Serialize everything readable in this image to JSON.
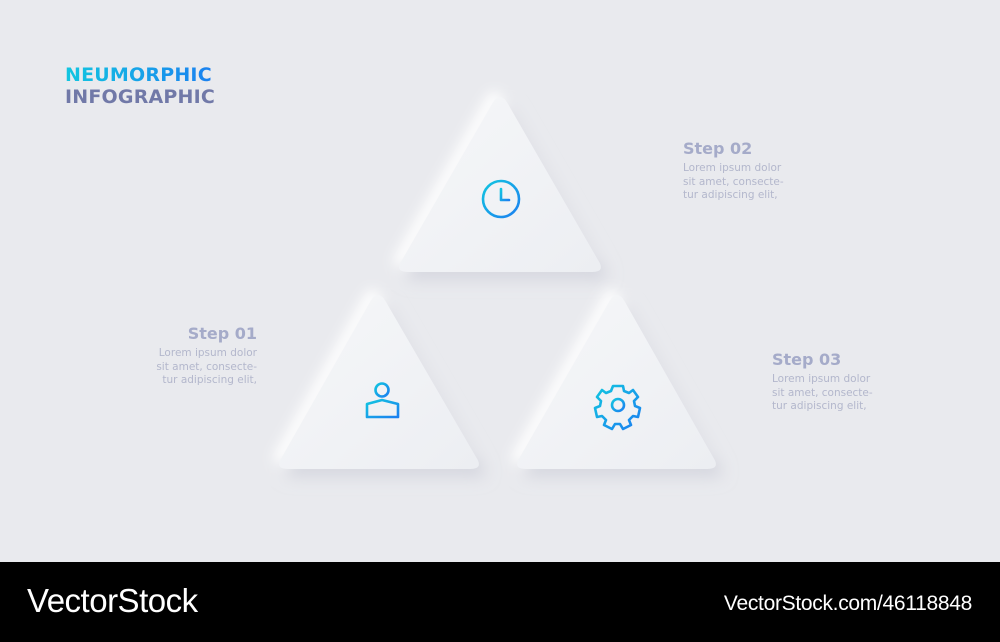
{
  "title": {
    "line1": "NEUMORPHIC",
    "line2": "INFOGRAPHIC"
  },
  "colors": {
    "background": "#e9eaee",
    "accent_start": "#12c6e0",
    "accent_end": "#1b7ff0",
    "title2": "#7179a8",
    "step_heading": "#a5abc9",
    "step_body": "#b3b7cc"
  },
  "steps": [
    {
      "label": "Step 01",
      "text_lines": [
        "Lorem ipsum dolor",
        "sit amet, consecte-",
        "tur adipiscing elit,"
      ],
      "icon": "user-icon"
    },
    {
      "label": "Step 02",
      "text_lines": [
        "Lorem ipsum dolor",
        "sit amet, consecte-",
        "tur adipiscing elit,"
      ],
      "icon": "clock-icon"
    },
    {
      "label": "Step 03",
      "text_lines": [
        "Lorem ipsum dolor",
        "sit amet, consecte-",
        "tur adipiscing elit,"
      ],
      "icon": "gear-icon"
    }
  ],
  "footer": {
    "brand": "VectorStock",
    "url": "VectorStock.com/46118848"
  }
}
